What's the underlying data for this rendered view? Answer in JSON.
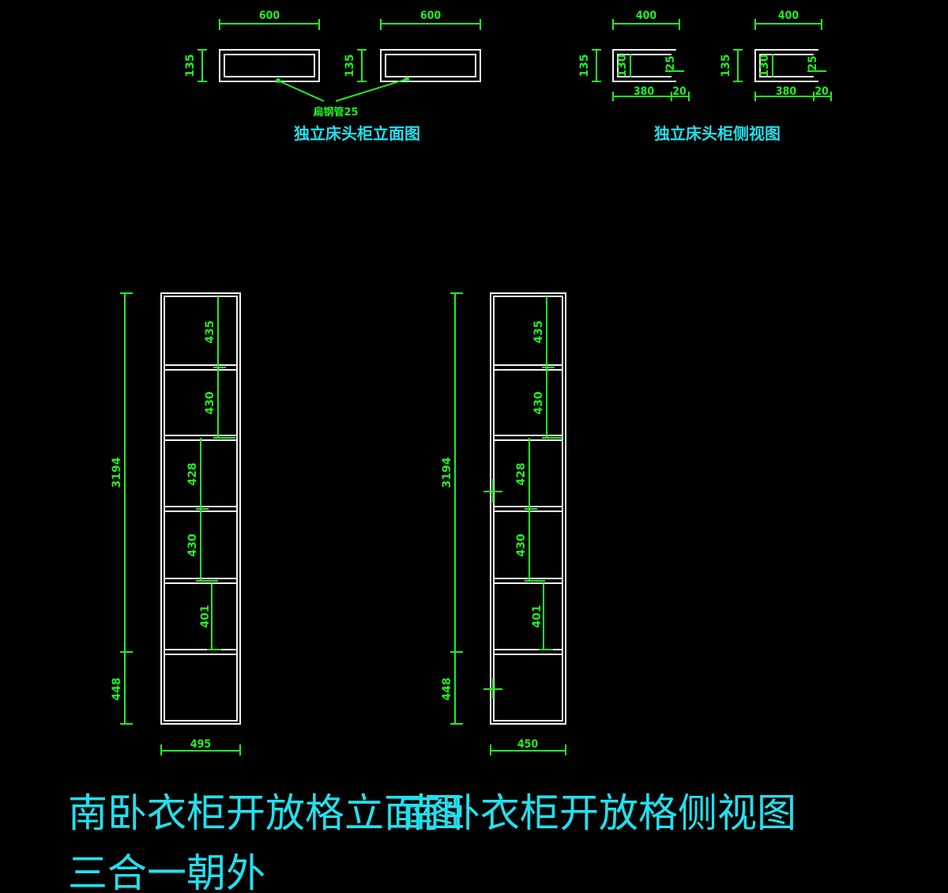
{
  "top_left": {
    "width_dims": [
      "600",
      "600"
    ],
    "height_dims": [
      "135",
      "135"
    ],
    "note": "扁钢管25",
    "caption": "独立床头柜立面图"
  },
  "top_right": {
    "width_dims": [
      "400",
      "400"
    ],
    "height_dims": [
      "135",
      "135"
    ],
    "inner_height_dims": [
      "130",
      "130"
    ],
    "lip_dims": [
      "25",
      "25"
    ],
    "bottom_dims": [
      "380",
      "20",
      "380",
      "20"
    ],
    "caption": "独立床头柜侧视图"
  },
  "elevation": {
    "shelf_dims": [
      "435",
      "430",
      "428",
      "430",
      "401"
    ],
    "total_upper": "3194",
    "base": "448",
    "width": "495",
    "caption": "南卧衣柜开放格立面图"
  },
  "side": {
    "shelf_dims": [
      "435",
      "430",
      "428",
      "430",
      "401"
    ],
    "total_upper": "3194",
    "base": "448",
    "width": "450",
    "caption": "南卧衣柜开放格侧视图"
  },
  "bottom_caption": "三合一朝外",
  "colors": {
    "dimension": "#22ee22",
    "caption": "#22e0ee",
    "outline": "#f2f2f2",
    "background": "#000000"
  }
}
